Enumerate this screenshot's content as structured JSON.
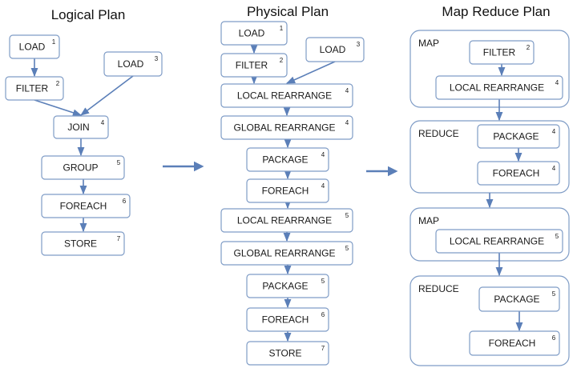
{
  "colors": {
    "box_border": "#7f9cc6",
    "connector": "#5b7fb8"
  },
  "icons": {
    "connector_arrow": "arrow-icon"
  },
  "titles": {
    "logical": "Logical Plan",
    "physical": "Physical Plan",
    "mapreduce": "Map Reduce Plan"
  },
  "logical": {
    "nodes": [
      {
        "id": "l-load1",
        "label": "LOAD",
        "sup": "1"
      },
      {
        "id": "l-load3",
        "label": "LOAD",
        "sup": "3"
      },
      {
        "id": "l-filter",
        "label": "FILTER",
        "sup": "2"
      },
      {
        "id": "l-join",
        "label": "JOIN",
        "sup": "4"
      },
      {
        "id": "l-group",
        "label": "GROUP",
        "sup": "5"
      },
      {
        "id": "l-foreach",
        "label": "FOREACH",
        "sup": "6"
      },
      {
        "id": "l-store",
        "label": "STORE",
        "sup": "7"
      }
    ]
  },
  "physical": {
    "nodes": [
      {
        "id": "p-load1",
        "label": "LOAD",
        "sup": "1"
      },
      {
        "id": "p-filter",
        "label": "FILTER",
        "sup": "2"
      },
      {
        "id": "p-load3",
        "label": "LOAD",
        "sup": "3"
      },
      {
        "id": "p-lr4",
        "label": "LOCAL REARRANGE",
        "sup": "4"
      },
      {
        "id": "p-gr4",
        "label": "GLOBAL REARRANGE",
        "sup": "4"
      },
      {
        "id": "p-pk4",
        "label": "PACKAGE",
        "sup": "4"
      },
      {
        "id": "p-fe4",
        "label": "FOREACH",
        "sup": "4"
      },
      {
        "id": "p-lr5",
        "label": "LOCAL REARRANGE",
        "sup": "5"
      },
      {
        "id": "p-gr5",
        "label": "GLOBAL REARRANGE",
        "sup": "5"
      },
      {
        "id": "p-pk5",
        "label": "PACKAGE",
        "sup": "5"
      },
      {
        "id": "p-fe6",
        "label": "FOREACH",
        "sup": "6"
      },
      {
        "id": "p-store",
        "label": "STORE",
        "sup": "7"
      }
    ]
  },
  "mapreduce": {
    "groups": [
      {
        "id": "m-map1",
        "label": "MAP"
      },
      {
        "id": "m-red1",
        "label": "REDUCE"
      },
      {
        "id": "m-map2",
        "label": "MAP"
      },
      {
        "id": "m-red2",
        "label": "REDUCE"
      }
    ],
    "nodes": [
      {
        "id": "m-filter",
        "label": "FILTER",
        "sup": "2"
      },
      {
        "id": "m-lr4",
        "label": "LOCAL REARRANGE",
        "sup": "4"
      },
      {
        "id": "m-pk4",
        "label": "PACKAGE",
        "sup": "4"
      },
      {
        "id": "m-fe4",
        "label": "FOREACH",
        "sup": "4"
      },
      {
        "id": "m-lr5",
        "label": "LOCAL REARRANGE",
        "sup": "5"
      },
      {
        "id": "m-pk5",
        "label": "PACKAGE",
        "sup": "5"
      },
      {
        "id": "m-fe6",
        "label": "FOREACH",
        "sup": "6"
      }
    ]
  },
  "edges": [
    [
      "l-load1",
      "l-filter"
    ],
    [
      "l-filter",
      "l-join"
    ],
    [
      "l-load3",
      "l-join"
    ],
    [
      "l-join",
      "l-group"
    ],
    [
      "l-group",
      "l-foreach"
    ],
    [
      "l-foreach",
      "l-store"
    ],
    [
      "p-load1",
      "p-filter"
    ],
    [
      "p-filter",
      "p-lr4"
    ],
    [
      "p-load3",
      "p-lr4"
    ],
    [
      "p-lr4",
      "p-gr4"
    ],
    [
      "p-gr4",
      "p-pk4"
    ],
    [
      "p-pk4",
      "p-fe4"
    ],
    [
      "p-fe4",
      "p-lr5"
    ],
    [
      "p-lr5",
      "p-gr5"
    ],
    [
      "p-gr5",
      "p-pk5"
    ],
    [
      "p-pk5",
      "p-fe6"
    ],
    [
      "p-fe6",
      "p-store"
    ],
    [
      "m-filter",
      "m-lr4"
    ],
    [
      "m-lr4",
      "m-red1"
    ],
    [
      "m-pk4",
      "m-fe4"
    ],
    [
      "m-red1",
      "m-map2"
    ],
    [
      "m-lr5",
      "m-red2"
    ],
    [
      "m-pk5",
      "m-fe6"
    ]
  ]
}
